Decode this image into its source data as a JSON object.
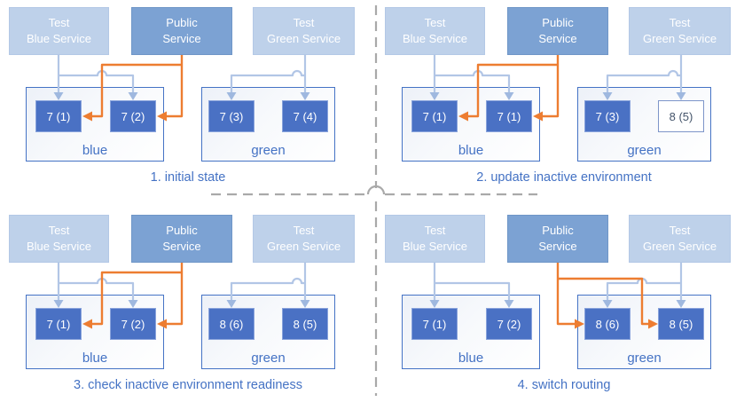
{
  "services": {
    "test_blue": "Test\nBlue Service",
    "public": "Public\nService",
    "test_green": "Test\nGreen Service"
  },
  "panels": [
    {
      "caption": "1. initial state",
      "blue_env": {
        "label": "blue",
        "pods": [
          {
            "label": "7 (1)",
            "variant": "active"
          },
          {
            "label": "7 (2)",
            "variant": "active"
          }
        ]
      },
      "green_env": {
        "label": "green",
        "pods": [
          {
            "label": "7 (3)",
            "variant": "active"
          },
          {
            "label": "7 (4)",
            "variant": "active"
          }
        ]
      },
      "public_routes_to": "blue"
    },
    {
      "caption": "2. update inactive environment",
      "blue_env": {
        "label": "blue",
        "pods": [
          {
            "label": "7 (1)",
            "variant": "active"
          },
          {
            "label": "7 (1)",
            "variant": "active"
          }
        ]
      },
      "green_env": {
        "label": "green",
        "pods": [
          {
            "label": "7 (3)",
            "variant": "active"
          },
          {
            "label": "8 (5)",
            "variant": "new-outline"
          }
        ]
      },
      "public_routes_to": "blue"
    },
    {
      "caption": "3. check inactive environment readiness",
      "blue_env": {
        "label": "blue",
        "pods": [
          {
            "label": "7 (1)",
            "variant": "active"
          },
          {
            "label": "7 (2)",
            "variant": "active"
          }
        ]
      },
      "green_env": {
        "label": "green",
        "pods": [
          {
            "label": "8 (6)",
            "variant": "active"
          },
          {
            "label": "8 (5)",
            "variant": "active"
          }
        ]
      },
      "public_routes_to": "blue"
    },
    {
      "caption": "4. switch routing",
      "blue_env": {
        "label": "blue",
        "pods": [
          {
            "label": "7 (1)",
            "variant": "active"
          },
          {
            "label": "7 (2)",
            "variant": "active"
          }
        ]
      },
      "green_env": {
        "label": "green",
        "pods": [
          {
            "label": "8 (6)",
            "variant": "active"
          },
          {
            "label": "8 (5)",
            "variant": "active"
          }
        ]
      },
      "public_routes_to": "green"
    }
  ],
  "colors": {
    "accent_blue_text": "#4472C4",
    "service_light_fill": "#BED1EA",
    "service_public_fill": "#7CA2D3",
    "pod_fill": "#4A71C4",
    "pod_outline_border": "#7D95C9",
    "pod_outline_text": "#44546A",
    "env_border": "#4573C5",
    "arrow_light_blue": "#B2C6E6",
    "arrow_orange": "#ED7D31",
    "divider_gray": "#A9A9A9"
  }
}
